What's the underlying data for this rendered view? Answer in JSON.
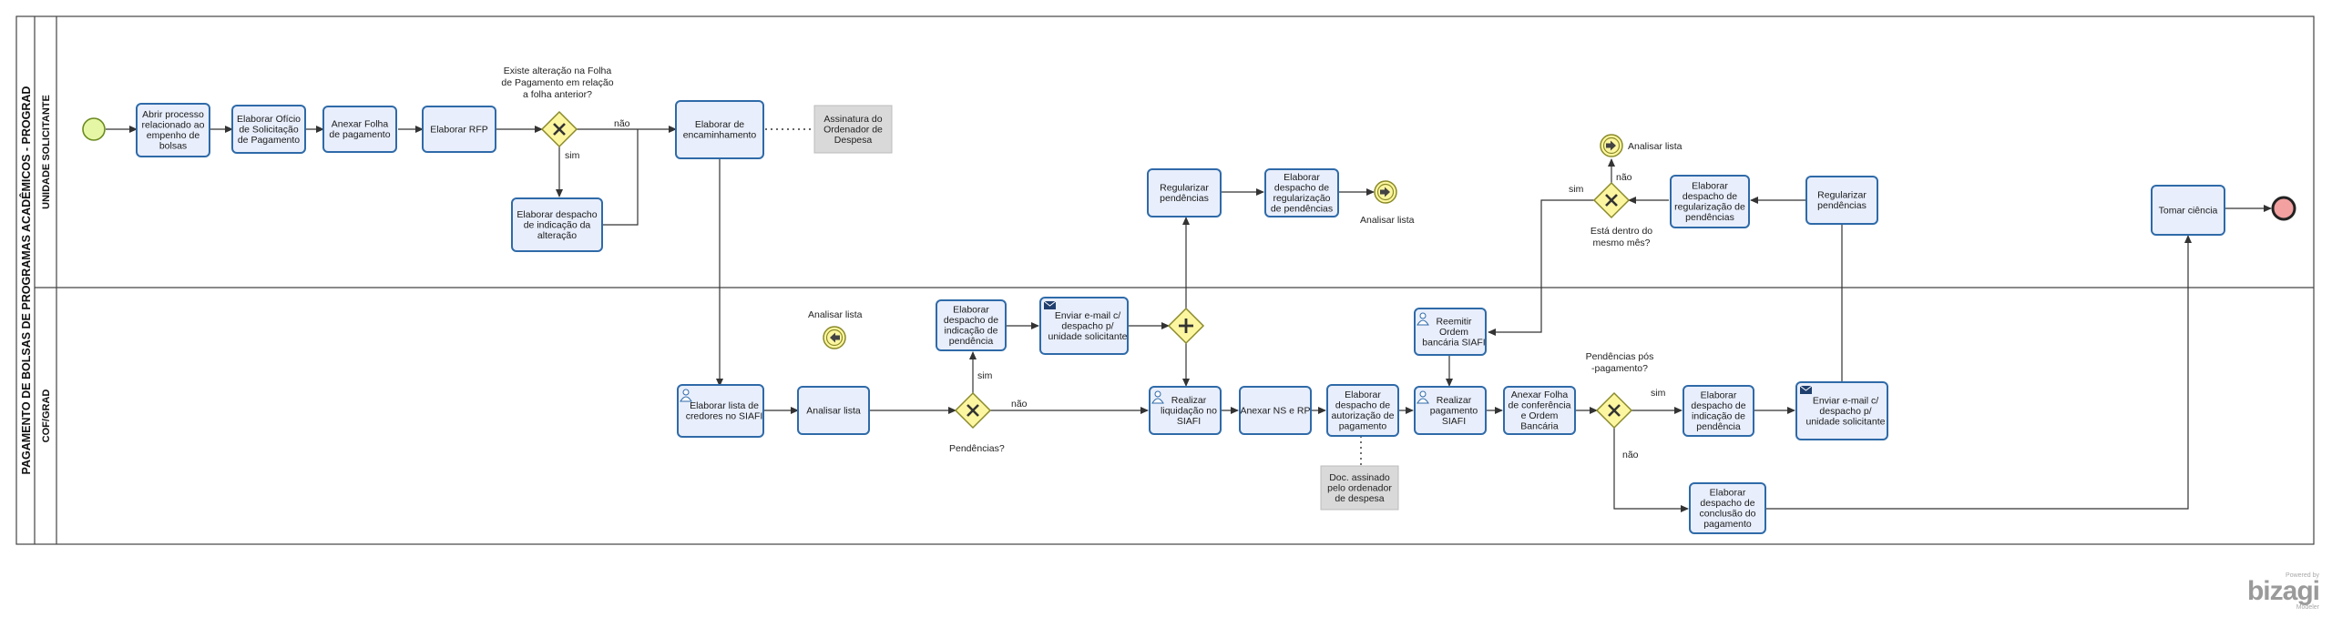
{
  "pool": {
    "title": "PAGAMENTO DE BOLSAS DE PROGRAMAS ACADÊMICOS - PROGRAD"
  },
  "lanes": {
    "unidade": "UNIDADE SOLICITANTE",
    "cof": "COF/GRAD"
  },
  "tasks": {
    "abrir_processo": [
      "Abrir processo",
      "relacionado ao",
      "empenho de",
      "bolsas"
    ],
    "elaborar_oficio": [
      "Elaborar Ofício",
      "de Solicitação",
      "de Pagamento"
    ],
    "anexar_folha": [
      "Anexar Folha",
      "de pagamento"
    ],
    "elaborar_rfp": [
      "Elaborar RFP"
    ],
    "despacho_alteracao": [
      "Elaborar despacho",
      "de indicação da",
      "alteração"
    ],
    "elaborar_encaminhamento": [
      "Elaborar de",
      "encaminhamento"
    ],
    "regularizar_pend_1": [
      "Regularizar",
      "pendências"
    ],
    "despacho_regularizacao_1": [
      "Elaborar",
      "despacho de",
      "regularização",
      "de pendências"
    ],
    "despacho_regularizacao_2": [
      "Elaborar",
      "despacho de",
      "regularização de",
      "pendências"
    ],
    "regularizar_pend_2": [
      "Regularizar",
      "pendências"
    ],
    "tomar_ciencia": [
      "Tomar ciência"
    ],
    "lista_credores": [
      "Elaborar lista de",
      "credores no SIAFI"
    ],
    "analisar_lista": [
      "Analisar lista"
    ],
    "despacho_pendencia_1": [
      "Elaborar",
      "despacho de",
      "indicação de",
      "pendência"
    ],
    "enviar_email_1": [
      "Enviar e-mail c/",
      "despacho p/",
      "unidade solicitante"
    ],
    "realizar_liquidacao": [
      "Realizar",
      "liquidação no",
      "SIAFI"
    ],
    "anexar_ns_rp": [
      "Anexar NS e RP"
    ],
    "despacho_autorizacao": [
      "Elaborar",
      "despacho de",
      "autorização de",
      "pagamento"
    ],
    "reemitir_ordem": [
      "Reemitir",
      "Ordem",
      "bancária SIAFI"
    ],
    "realizar_pagamento": [
      "Realizar",
      "pagamento",
      "SIAFI"
    ],
    "anexar_folha_conferencia": [
      "Anexar Folha",
      "de conferência",
      "e Ordem",
      "Bancária"
    ],
    "despacho_pendencia_2": [
      "Elaborar",
      "despacho de",
      "indicação de",
      "pendência"
    ],
    "enviar_email_2": [
      "Enviar e-mail c/",
      "despacho p/",
      "unidade solicitante"
    ],
    "despacho_conclusao": [
      "Elaborar",
      "despacho de",
      "conclusão do",
      "pagamento"
    ]
  },
  "annotations": {
    "assinatura": [
      "Assinatura do",
      "Ordenador de",
      "Despesa"
    ],
    "doc_assinado": [
      "Doc. assinado",
      "pelo ordenador",
      "de despesa"
    ]
  },
  "gateways": {
    "existe_alteracao": [
      "Existe alteração na Folha",
      "de Pagamento em relação",
      "a folha anterior?"
    ],
    "pendencias_1": "Pendências?",
    "pendencias_pos": [
      "Pendências pós",
      "-pagamento?"
    ],
    "mesmo_mes": [
      "Está dentro do",
      "mesmo mês?"
    ]
  },
  "flow_labels": {
    "nao": "não",
    "sim": "sim"
  },
  "events": {
    "analisar_lista_label": "Analisar lista"
  },
  "branding": {
    "powered_by": "Powered by",
    "name": "bizagi",
    "product": "Modeler"
  },
  "colors": {
    "task_fill": "#e8eefb",
    "task_stroke": "#2f6aa8",
    "gateway_fill": "#fdf6a0",
    "start_fill": "#e5f7a5",
    "end_fill": "#f2a0a0",
    "annotation_fill": "#d9d9d9"
  }
}
